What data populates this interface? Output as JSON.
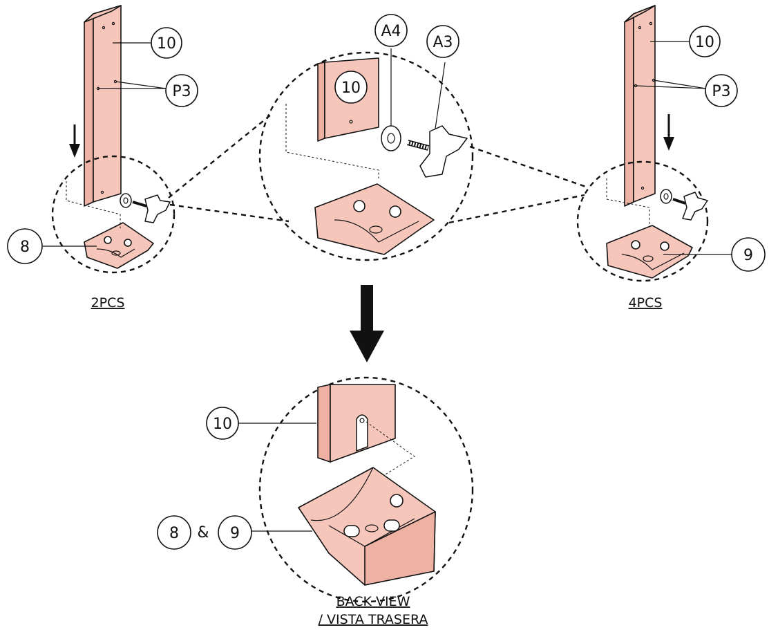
{
  "labels": {
    "part_10": "10",
    "part_p3": "P3",
    "part_a4": "A4",
    "part_a3": "A3",
    "part_8": "8",
    "part_9": "9",
    "ampersand": "&"
  },
  "captions": {
    "left_qty": "2PCS",
    "right_qty": "4PCS",
    "back_view_line1": "BACK VIEW",
    "back_view_line2": "/ VISTA TRASERA"
  },
  "colors": {
    "part_fill": "#f6c6bb",
    "outline": "#111111"
  }
}
